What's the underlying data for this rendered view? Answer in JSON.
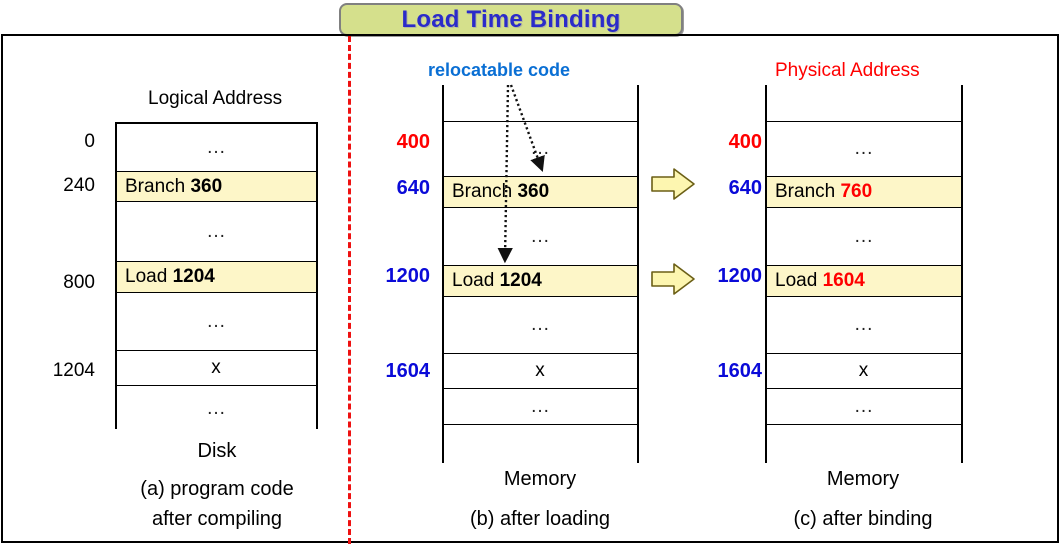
{
  "title": {
    "text": "Load Time Binding"
  },
  "colors": {
    "banner_fill": "#d5e08c",
    "banner_border": "#808080",
    "title_text": "#2b2bc9",
    "divider": "#ee1111",
    "highlight_row": "#fdf6c8",
    "address_blue": "#0a0ad8",
    "address_red": "#ff0000",
    "header_blue": "#0a6fd4",
    "header_red": "#ff0000",
    "arrow_fill": "#fdf6b0",
    "arrow_border": "#7a6a20"
  },
  "panels": [
    {
      "id": "disk",
      "header": {
        "text": "Logical Address",
        "color": "black"
      },
      "addresses": [
        {
          "value": "0",
          "color": "black"
        },
        {
          "value": "240",
          "color": "black"
        },
        {
          "value": "800",
          "color": "black"
        },
        {
          "value": "1204",
          "color": "black"
        }
      ],
      "rows": [
        {
          "kind": "dots",
          "text": "..."
        },
        {
          "kind": "instruction",
          "label": "Branch",
          "operand": "360",
          "operand_color": "black",
          "highlight": true
        },
        {
          "kind": "dots",
          "text": "..."
        },
        {
          "kind": "instruction",
          "label": "Load",
          "operand": "1204",
          "operand_color": "black",
          "highlight": true
        },
        {
          "kind": "dots",
          "text": "..."
        },
        {
          "kind": "value",
          "text": "x"
        },
        {
          "kind": "dots",
          "text": "..."
        }
      ],
      "footer": {
        "medium": "Disk",
        "caption_line1": "(a) program code",
        "caption_line2": "after compiling"
      }
    },
    {
      "id": "memory-after-loading",
      "header": {
        "text": "relocatable code",
        "color": "blue"
      },
      "addresses": [
        {
          "value": "400",
          "color": "red"
        },
        {
          "value": "640",
          "color": "blue"
        },
        {
          "value": "1200",
          "color": "blue"
        },
        {
          "value": "1604",
          "color": "blue"
        }
      ],
      "rows": [
        {
          "kind": "empty",
          "text": ""
        },
        {
          "kind": "dots",
          "text": "..."
        },
        {
          "kind": "instruction",
          "label": "Branch",
          "operand": "360",
          "operand_color": "black",
          "highlight": true
        },
        {
          "kind": "dots",
          "text": "..."
        },
        {
          "kind": "instruction",
          "label": "Load",
          "operand": "1204",
          "operand_color": "black",
          "highlight": true
        },
        {
          "kind": "dots",
          "text": "..."
        },
        {
          "kind": "value",
          "text": "x"
        },
        {
          "kind": "dots",
          "text": "..."
        }
      ],
      "footer": {
        "medium": "Memory",
        "caption_line1": "(b) after loading",
        "caption_line2": ""
      }
    },
    {
      "id": "memory-after-binding",
      "header": {
        "text": "Physical Address",
        "color": "red"
      },
      "addresses": [
        {
          "value": "400",
          "color": "red"
        },
        {
          "value": "640",
          "color": "blue"
        },
        {
          "value": "1200",
          "color": "blue"
        },
        {
          "value": "1604",
          "color": "blue"
        }
      ],
      "rows": [
        {
          "kind": "empty",
          "text": ""
        },
        {
          "kind": "dots",
          "text": "..."
        },
        {
          "kind": "instruction",
          "label": "Branch",
          "operand": "760",
          "operand_color": "red",
          "highlight": true
        },
        {
          "kind": "dots",
          "text": "..."
        },
        {
          "kind": "instruction",
          "label": "Load",
          "operand": "1604",
          "operand_color": "red",
          "highlight": true
        },
        {
          "kind": "dots",
          "text": "..."
        },
        {
          "kind": "value",
          "text": "x"
        },
        {
          "kind": "dots",
          "text": "..."
        }
      ],
      "footer": {
        "medium": "Memory",
        "caption_line1": "(c) after binding",
        "caption_line2": ""
      }
    }
  ],
  "transfer_arrows": [
    {
      "name": "branch-transfer-arrow"
    },
    {
      "name": "load-transfer-arrow"
    }
  ],
  "relocation_arrows": [
    {
      "name": "relocatable-code-arrow-branch"
    },
    {
      "name": "relocatable-code-arrow-load"
    }
  ]
}
